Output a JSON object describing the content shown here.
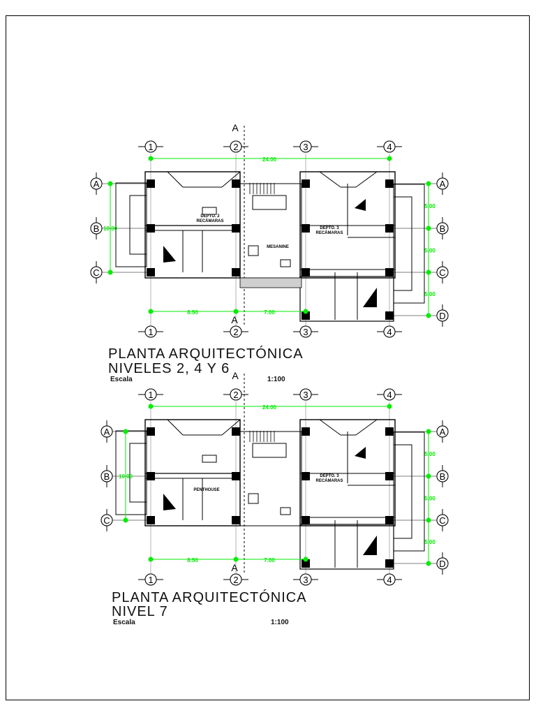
{
  "plans": [
    {
      "section_mark": "A",
      "column_axes": [
        "1",
        "2",
        "3",
        "4"
      ],
      "row_axes": [
        "A",
        "B",
        "C",
        "D"
      ],
      "dims": {
        "total": "24.00",
        "left_bay": "8.50",
        "mid_bay": "7.00",
        "height": "10.00",
        "right_segments": [
          "5.00",
          "5.00",
          "5.00"
        ]
      },
      "rooms": {
        "left_unit": "DEPTO. 2\nRECÁMARAS",
        "center": "MESANINE",
        "right_unit": "DEPTO. 3\nRECÁMARAS"
      },
      "title_line1": "PLANTA  ARQUITECTÓNICA",
      "title_line2": "NIVELES  2, 4 Y 6",
      "scale_label": "Escala",
      "scale_value": "1:100"
    },
    {
      "section_mark": "A",
      "column_axes": [
        "1",
        "2",
        "3",
        "4"
      ],
      "row_axes": [
        "A",
        "B",
        "C",
        "D"
      ],
      "dims": {
        "total": "24.00",
        "left_bay": "8.50",
        "mid_bay": "7.00",
        "height": "10.00",
        "right_segments": [
          "5.00",
          "5.00",
          "5.00"
        ]
      },
      "rooms": {
        "left_unit": "PENTHOUSE",
        "right_unit": "DEPTO. 3\nRECÁMARAS"
      },
      "title_line1": "PLANTA  ARQUITECTÓNICA",
      "title_line2": "NIVEL 7",
      "scale_label": "Escala",
      "scale_value": "1:100"
    }
  ],
  "colors": {
    "line": "#000000",
    "dimension": "#00ee00",
    "background": "#ffffff"
  }
}
